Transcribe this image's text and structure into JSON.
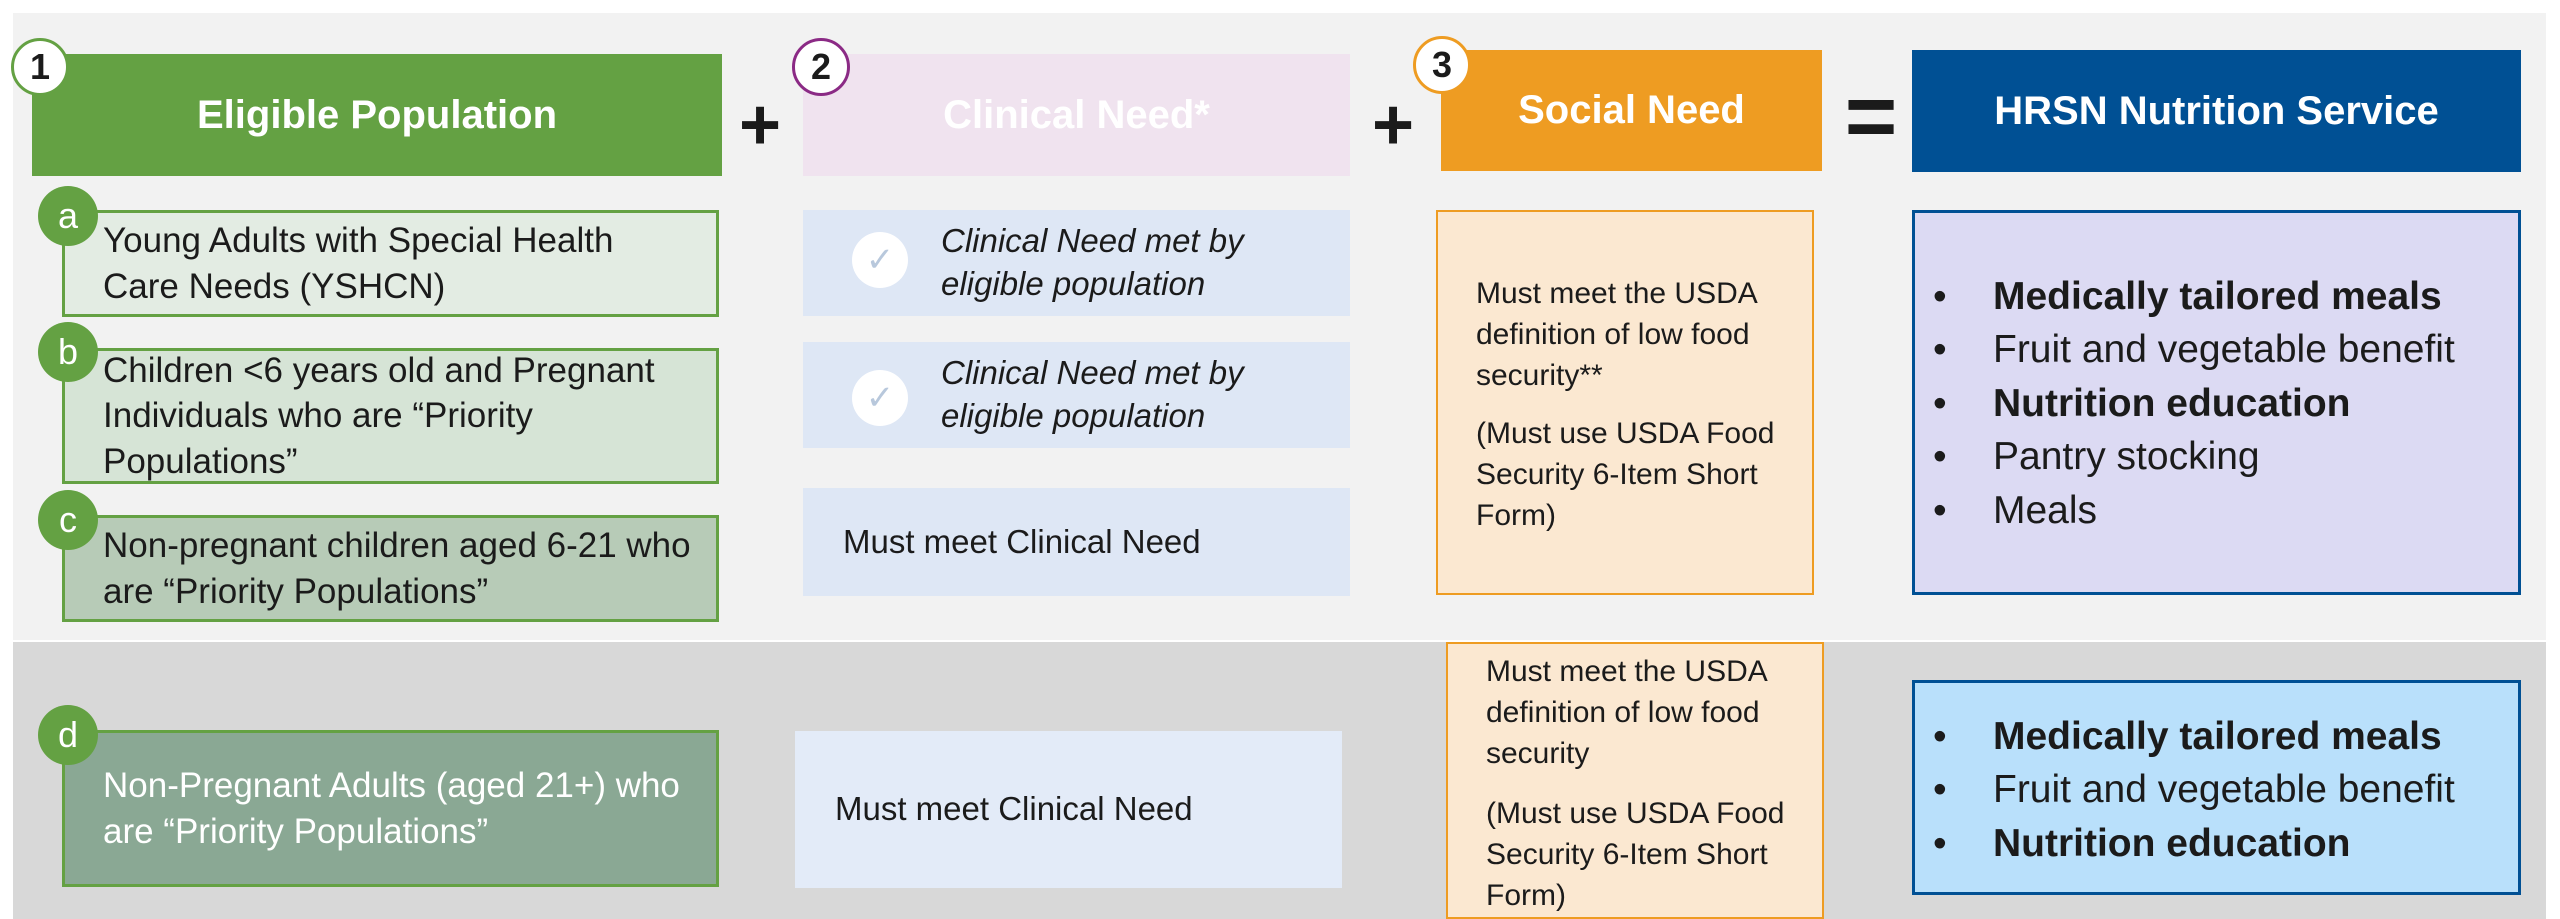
{
  "headers": {
    "eligible": "Eligible Population",
    "clinical": "Clinical Need*",
    "social": "Social Need",
    "hrsn": "HRSN Nutrition Service"
  },
  "step_numbers": [
    "1",
    "2",
    "3"
  ],
  "operators": {
    "plus": "+",
    "equals": "="
  },
  "populations": [
    {
      "letter": "a",
      "text": "Young Adults with Special Health Care Needs (YSHCN)"
    },
    {
      "letter": "b",
      "text": "Children <6 years old and Pregnant Individuals who are “Priority Populations”"
    },
    {
      "letter": "c",
      "text": "Non-pregnant children aged 6-21 who are “Priority Populations”"
    },
    {
      "letter": "d",
      "text": "Non-Pregnant Adults (aged 21+) who are “Priority Populations”"
    }
  ],
  "clinical_need": {
    "check_icon": "checkmark-icon",
    "a": "Clinical Need met by eligible population",
    "b": "Clinical Need met by eligible population",
    "c": "Must meet Clinical Need",
    "d": "Must meet Clinical Need"
  },
  "social_need": {
    "top": {
      "line1": "Must meet the USDA definition of low food security**",
      "line2": "(Must use USDA Food Security 6-Item Short Form)"
    },
    "bottom": {
      "line1": "Must meet the USDA definition of low food security",
      "line2": " (Must use USDA Food Security 6-Item Short Form)"
    }
  },
  "services": {
    "bullet": "•",
    "top": [
      {
        "text": "Medically tailored meals",
        "bold": true
      },
      {
        "text": "Fruit and vegetable benefit",
        "bold": false
      },
      {
        "text": "Nutrition education",
        "bold": true
      },
      {
        "text": "Pantry stocking",
        "bold": false
      },
      {
        "text": "Meals",
        "bold": false
      }
    ],
    "bottom": [
      {
        "text": "Medically tailored meals",
        "bold": true
      },
      {
        "text": "Fruit and vegetable benefit",
        "bold": false
      },
      {
        "text": "Nutrition education",
        "bold": true
      }
    ]
  },
  "colors": {
    "green": "#64a143",
    "purple": "#8b2a85",
    "orange": "#ee9c22",
    "navy": "#005094",
    "lavender": "#dcdaf3",
    "light_blue": "#b9e0fb"
  }
}
